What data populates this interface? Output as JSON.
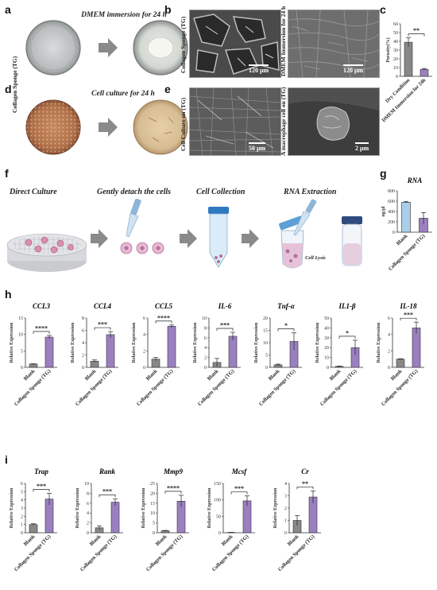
{
  "figure": {
    "labels": {
      "a": "a",
      "b": "b",
      "c": "c",
      "d": "d",
      "e": "e",
      "f": "f",
      "g": "g",
      "h": "h",
      "i": "i"
    },
    "left_label": "Collagen Sponge (TG)",
    "a_caption": "DMEM immersion for 24 h",
    "d_caption": "Cell culture for 24 h",
    "b_left_label": "Collagen Sponge (TG)",
    "b_right_label": "DMEM Immersion for 24 h",
    "e_left_label": "Cell Culture on (TG)",
    "e_right_label": "A macrophage cell on (TG)",
    "scale_bars": {
      "b_left": "120 μm",
      "b_right": "120 μm",
      "e_left": "50 μm",
      "e_right": "2 μm"
    },
    "workflow_steps": [
      "Direct Culture",
      "Gently detach the cells",
      "Cell Collection",
      "RNA Extraction"
    ],
    "cell_lysis_label": "Cell Lysis"
  },
  "colors": {
    "blank_bar": "#888888",
    "treated_bar": "#9b80c0",
    "rna_blank_bar": "#a9cfe8",
    "rna_treated_bar": "#9b80c0"
  },
  "chart_data": [
    {
      "id": "c",
      "type": "bar",
      "categories": [
        "Dry Condition",
        "DMEM Immersion for 24h"
      ],
      "values": [
        39,
        8
      ],
      "errors": [
        5,
        1
      ],
      "ylabel": "Porosity(%)",
      "ylim": [
        0,
        60
      ],
      "yticks": [
        0,
        10,
        20,
        30,
        40,
        50,
        60
      ],
      "significance": "**"
    },
    {
      "id": "g",
      "type": "bar",
      "title": "RNA",
      "categories": [
        "Blank",
        "Collagen Sponge (TG)"
      ],
      "values": [
        580,
        270
      ],
      "errors": [
        15,
        110
      ],
      "ylabel": "ng/μl",
      "ylim": [
        0,
        800
      ],
      "yticks": [
        0,
        200,
        400,
        600,
        800
      ]
    },
    {
      "id": "CCL3",
      "type": "bar",
      "title": "CCL3",
      "categories": [
        "Blank",
        "Collagen Sponge (TG)"
      ],
      "values": [
        1.0,
        9.2
      ],
      "errors": [
        0.1,
        0.5
      ],
      "ylabel": "Relative Expression",
      "ylim": [
        0,
        15
      ],
      "yticks": [
        0,
        5,
        10,
        15
      ],
      "significance": "****"
    },
    {
      "id": "CCL4",
      "type": "bar",
      "title": "CCL4",
      "categories": [
        "Blank",
        "Collagen Sponge (TG)"
      ],
      "values": [
        1.0,
        5.3
      ],
      "errors": [
        0.2,
        0.5
      ],
      "ylabel": "Relative Expression",
      "ylim": [
        0,
        8
      ],
      "yticks": [
        0,
        2,
        4,
        6,
        8
      ],
      "significance": "***"
    },
    {
      "id": "CCL5",
      "type": "bar",
      "title": "CCL5",
      "categories": [
        "Blank",
        "Collagen Sponge (TG)"
      ],
      "values": [
        1.0,
        5.0
      ],
      "errors": [
        0.2,
        0.15
      ],
      "ylabel": "Relative Expression",
      "ylim": [
        0,
        6
      ],
      "yticks": [
        0,
        2,
        4,
        6
      ],
      "significance": "****"
    },
    {
      "id": "IL-6",
      "type": "bar",
      "title": "IL-6",
      "categories": [
        "Blank",
        "Collagen Sponge (TG)"
      ],
      "values": [
        1.0,
        6.3
      ],
      "errors": [
        0.8,
        0.8
      ],
      "ylabel": "Relative Expression",
      "ylim": [
        0,
        10
      ],
      "yticks": [
        0,
        2,
        4,
        6,
        8,
        10
      ],
      "significance": "***"
    },
    {
      "id": "Tnf-α",
      "type": "bar",
      "title": "Tnf-α",
      "categories": [
        "Blank",
        "Collagen Sponge (TG)"
      ],
      "values": [
        1.0,
        10.5
      ],
      "errors": [
        0.3,
        3.5
      ],
      "ylabel": "Relative Expression",
      "ylim": [
        0,
        20
      ],
      "yticks": [
        0,
        5,
        10,
        15,
        20
      ],
      "significance": "*"
    },
    {
      "id": "IL1-β",
      "type": "bar",
      "title": "IL1-β",
      "categories": [
        "Blank",
        "Collagen Sponge (TG)"
      ],
      "values": [
        1.0,
        20.0
      ],
      "errors": [
        0.3,
        7.5
      ],
      "ylabel": "Relative Expression",
      "ylim": [
        0,
        50
      ],
      "yticks": [
        0,
        10,
        20,
        30,
        40,
        50
      ],
      "significance": "*"
    },
    {
      "id": "IL-18",
      "type": "bar",
      "title": "IL-18",
      "categories": [
        "Blank",
        "Collagen Sponge (TG)"
      ],
      "values": [
        1.0,
        4.8
      ],
      "errors": [
        0.05,
        0.7
      ],
      "ylabel": "Relative Expression",
      "ylim": [
        0,
        6
      ],
      "yticks": [
        0,
        2,
        4,
        6
      ],
      "significance": "***"
    },
    {
      "id": "Trap",
      "type": "bar",
      "title": "Trap",
      "categories": [
        "Blank",
        "Collagen Sponge (TG)"
      ],
      "values": [
        1.0,
        4.1
      ],
      "errors": [
        0.1,
        0.7
      ],
      "ylabel": "Relative Expression",
      "ylim": [
        0,
        6
      ],
      "yticks": [
        0,
        1,
        2,
        3,
        4,
        5,
        6
      ],
      "significance": "***"
    },
    {
      "id": "Rank",
      "type": "bar",
      "title": "Rank",
      "categories": [
        "Blank",
        "Collagen Sponge (TG)"
      ],
      "values": [
        1.0,
        6.2
      ],
      "errors": [
        0.4,
        0.7
      ],
      "ylabel": "Relative Expression",
      "ylim": [
        0,
        10
      ],
      "yticks": [
        0,
        2,
        4,
        6,
        8,
        10
      ],
      "significance": "***"
    },
    {
      "id": "Mmp9",
      "type": "bar",
      "title": "Mmp9",
      "categories": [
        "Blank",
        "Collagen Sponge (TG)"
      ],
      "values": [
        1.0,
        16.0
      ],
      "errors": [
        0.2,
        3.0
      ],
      "ylabel": "Relative Expression",
      "ylim": [
        0,
        25
      ],
      "yticks": [
        0,
        5,
        10,
        15,
        20,
        25
      ],
      "significance": "****"
    },
    {
      "id": "Mcsf",
      "type": "bar",
      "title": "Mcsf",
      "categories": [
        "Blank",
        "Collagen Sponge (TG)"
      ],
      "values": [
        1.0,
        97.0
      ],
      "errors": [
        0.2,
        15.0
      ],
      "ylabel": "Relative Expression",
      "ylim": [
        0,
        150
      ],
      "yticks": [
        0,
        50,
        100,
        150
      ],
      "significance": "***"
    },
    {
      "id": "Cr",
      "type": "bar",
      "title": "Cr",
      "categories": [
        "Blank",
        "Collagen Sponge (TG)"
      ],
      "values": [
        1.0,
        2.9
      ],
      "errors": [
        0.4,
        0.5
      ],
      "ylabel": "Relative Expression",
      "ylim": [
        0,
        4
      ],
      "yticks": [
        0,
        1,
        2,
        3,
        4
      ],
      "significance": "**"
    }
  ]
}
